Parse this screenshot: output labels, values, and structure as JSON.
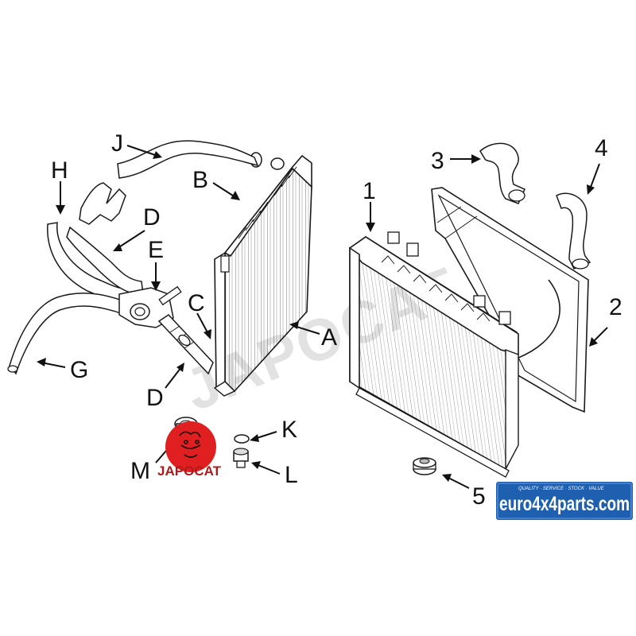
{
  "diagram": {
    "watermark_text": "JAPOCAT",
    "labels": {
      "J": "J",
      "H": "H",
      "D_top": "D",
      "E": "E",
      "B": "B",
      "C": "C",
      "A": "A",
      "G": "G",
      "D_bottom": "D",
      "K": "K",
      "L": "L",
      "M": "M",
      "n1": "1",
      "n2": "2",
      "n3": "3",
      "n4": "4",
      "n5": "5"
    }
  },
  "logos": {
    "japocat": {
      "text": "JAPOCAT",
      "color": "#e02020"
    },
    "euro4x4parts": {
      "text": "euro4x4parts.com",
      "tagline": "QUALITY · SERVICE · STOCK · VALUE",
      "color": "#1f5fb0"
    }
  }
}
